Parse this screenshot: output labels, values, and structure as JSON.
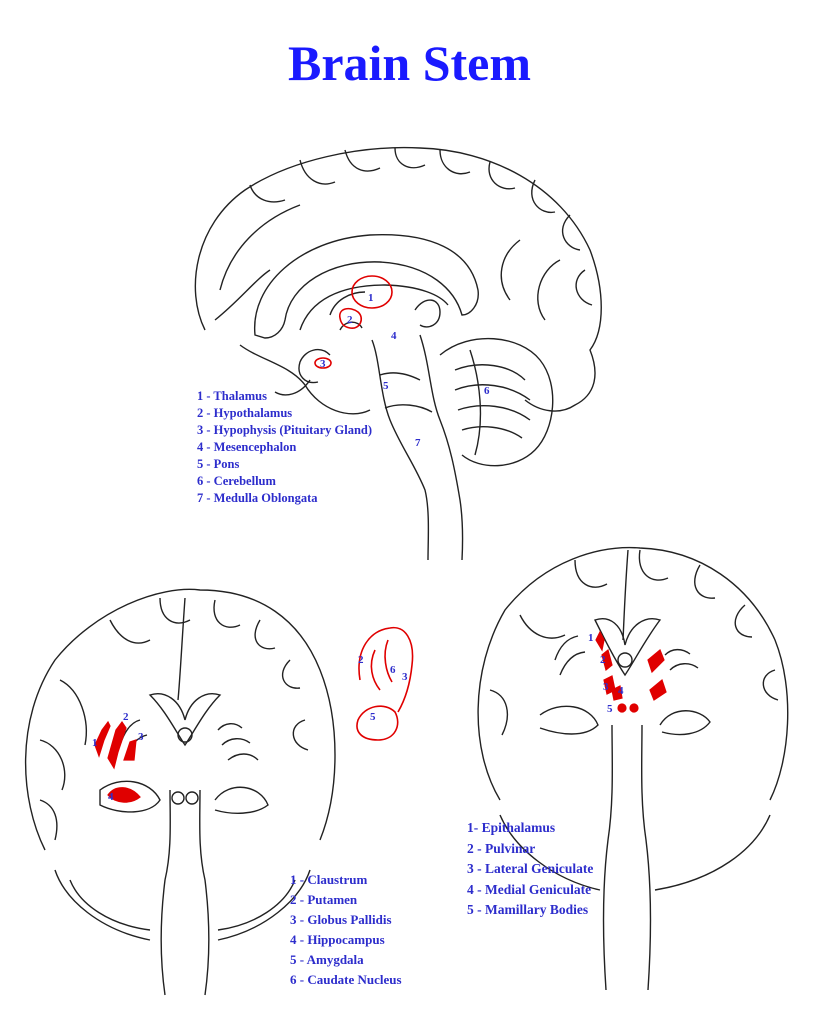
{
  "title": "Brain Stem",
  "colors": {
    "title": "#1a1aff",
    "labels": "#2d2dcc",
    "highlight": "#e00000",
    "outline": "#222222"
  },
  "sagittal": {
    "markers": [
      "1",
      "2",
      "3",
      "4",
      "5",
      "6",
      "7"
    ],
    "legend": [
      "1 - Thalamus",
      "2 - Hypothalamus",
      "3 - Hypophysis (Pituitary Gland)",
      "4 - Mesencephalon",
      "5 - Pons",
      "6 - Cerebellum",
      "7 - Medulla Oblongata"
    ]
  },
  "coronal_left": {
    "markers": [
      "1",
      "2",
      "3",
      "4"
    ],
    "inset_markers": [
      "2",
      "6",
      "3",
      "5"
    ],
    "legend": [
      "1 - Claustrum",
      "2 - Putamen",
      "3 - Globus Pallidis",
      "4 - Hippocampus",
      "5 - Amygdala",
      "6 - Caudate Nucleus"
    ]
  },
  "coronal_right": {
    "markers": [
      "1",
      "2",
      "3",
      "4",
      "5"
    ],
    "legend": [
      "1- Epithalamus",
      "2 - Pulvinar",
      "3 - Lateral Geniculate",
      "4 - Medial Geniculate",
      "5 - Mamillary Bodies"
    ]
  }
}
